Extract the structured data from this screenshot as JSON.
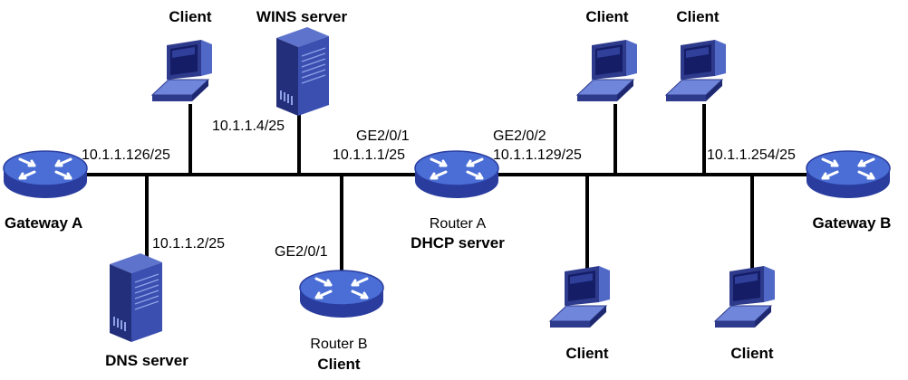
{
  "nodes": {
    "gateway_a": {
      "name": "Gateway A",
      "ip": "10.1.1.126/25"
    },
    "gateway_b": {
      "name": "Gateway B",
      "ip": "10.1.1.254/25"
    },
    "router_a": {
      "name": "Router A",
      "role": "DHCP server",
      "port_left": "GE2/0/1",
      "ip_left": "10.1.1.1/25",
      "port_right": "GE2/0/2",
      "ip_right": "10.1.1.129/25"
    },
    "router_b": {
      "name": "Router B",
      "role": "Client",
      "port": "GE2/0/1"
    },
    "wins_server": {
      "name": "WINS server",
      "ip": "10.1.1.4/25"
    },
    "dns_server": {
      "name": "DNS server",
      "ip": "10.1.1.2/25"
    },
    "client_1": {
      "name": "Client"
    },
    "client_2": {
      "name": "Client"
    },
    "client_3": {
      "name": "Client"
    },
    "client_4": {
      "name": "Client"
    },
    "client_5": {
      "name": "Client"
    }
  },
  "router_badge": "ROUTER",
  "colors": {
    "router_dark": "#2a3d9e",
    "router_light": "#4a6ed6",
    "pc_body": "#2e3a8c",
    "pc_light": "#6f86da",
    "pc_screen": "#141d66",
    "server_dark": "#232f7a",
    "server_light": "#5d73cc"
  }
}
